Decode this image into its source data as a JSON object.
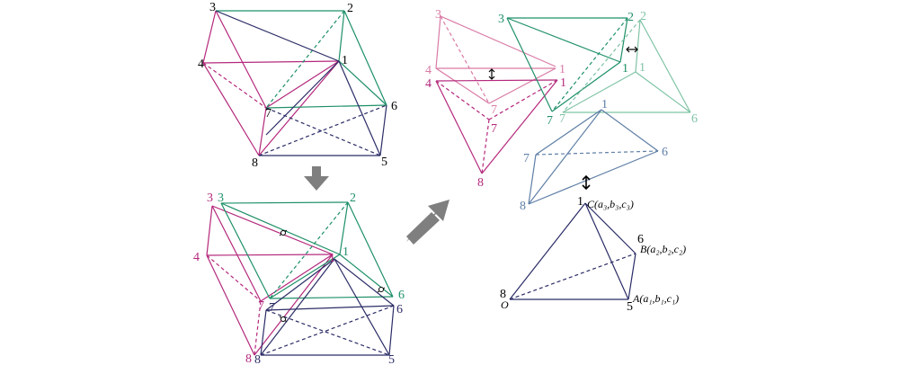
{
  "colors": {
    "magenta": "#b4287c",
    "pink": "#d97aa5",
    "green": "#1e9067",
    "lightgreen": "#7fc3a5",
    "navy": "#2b2c66",
    "blue": "#5f7fa6",
    "black": "#000000",
    "arrow": "#7f7f7f"
  },
  "labels": {
    "n1": "1",
    "n2": "2",
    "n3": "3",
    "n4": "4",
    "n5": "5",
    "n6": "6",
    "n7": "7",
    "n8": "8"
  },
  "final": {
    "origin": "O",
    "A": "A(a₁,b₁,c₁)",
    "B": "B(a₂,b₂,c₂)",
    "C": "C(a₃,b₃,c₃)"
  }
}
